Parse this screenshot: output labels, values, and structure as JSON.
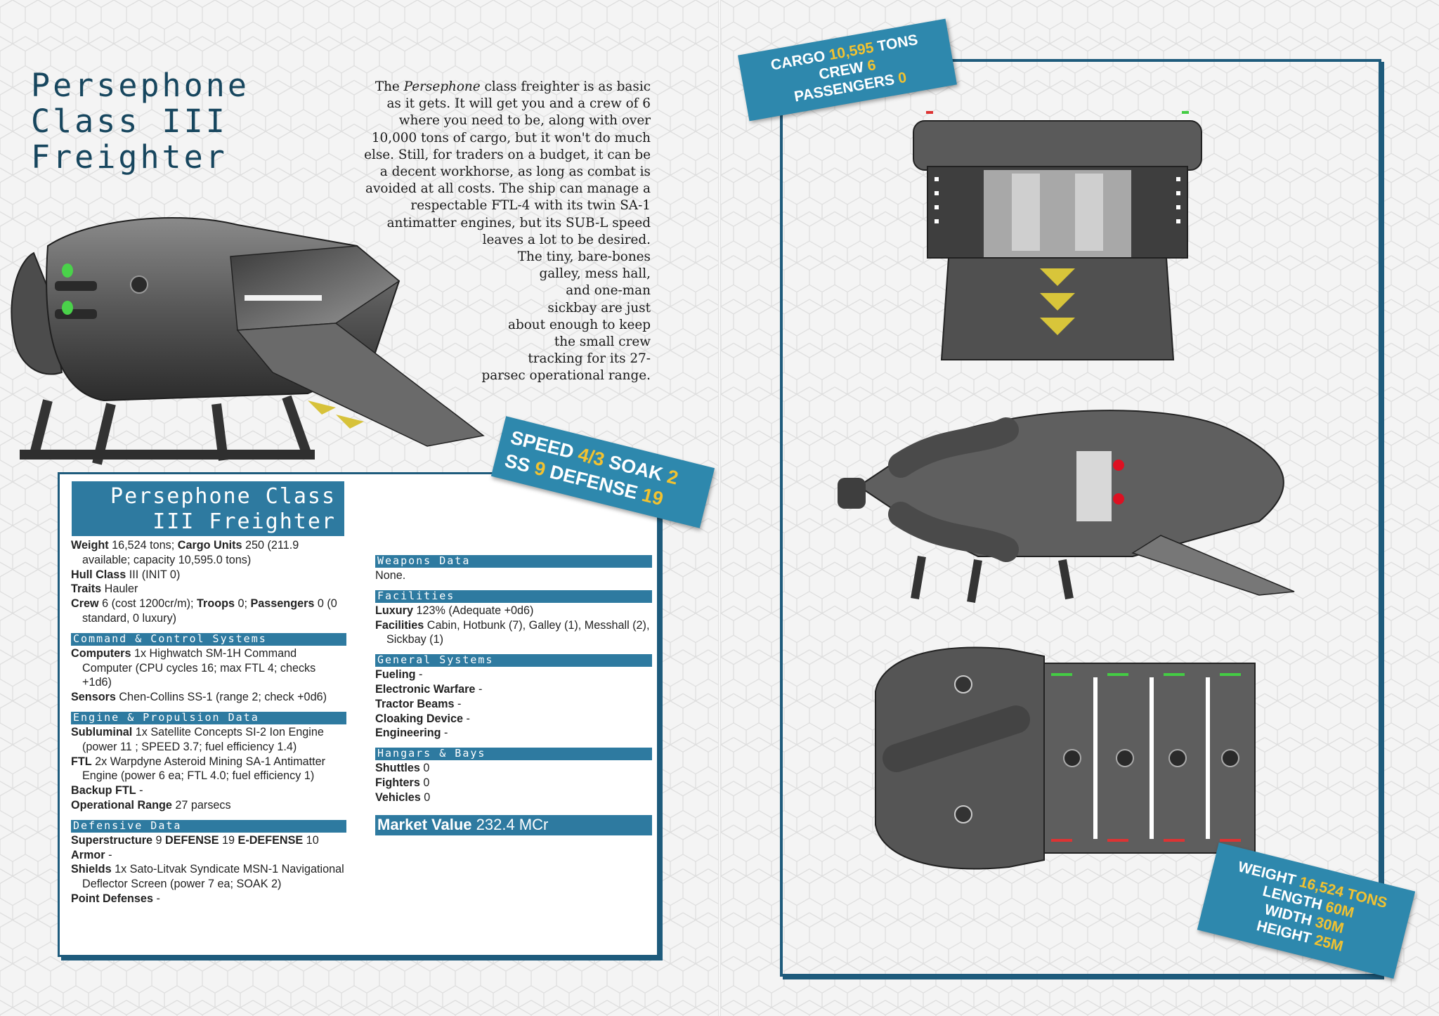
{
  "page": {
    "title_lines": [
      "Persephone",
      "Class III",
      "Freighter"
    ],
    "intro": {
      "lead": "The ",
      "ship_name": "Persephone",
      "body": " class freighter is as basic as it gets. It will get you and a crew of 6 where you need to be, along with over 10,000 tons of cargo, but it won't do much else. Still, for traders on a budget, it can be a decent workhorse, as long as combat is avoided at all costs. The ship can manage a respectable FTL-4 with its twin SA-1 antimatter engines, but its SUB-L speed leaves a lot to be desired.",
      "tail_lines": [
        "The tiny, bare-bones",
        "galley, mess hall,",
        "and one-man",
        "sickbay are just",
        "about enough to keep",
        "the small crew",
        "tracking for its 27-",
        "parsec operational range."
      ]
    }
  },
  "speed_card": {
    "speed_label": "SPEED",
    "speed_value": "4/3",
    "soak_label": "SOAK",
    "soak_value": "2",
    "ss_label": "SS",
    "ss_value": "9",
    "defense_label": "DEFENSE",
    "defense_value": "19"
  },
  "cargo_card": {
    "cargo_label": "CARGO",
    "cargo_value": "10,595",
    "cargo_unit": "TONS",
    "crew_label": "CREW",
    "crew_value": "6",
    "passengers_label": "PASSENGERS",
    "passengers_value": "0"
  },
  "dims_card": {
    "weight_label": "WEIGHT",
    "weight_value": "16,524 TONS",
    "length_label": "LENGTH",
    "length_value": "60M",
    "width_label": "WIDTH",
    "width_value": "30M",
    "height_label": "HEIGHT",
    "height_value": "25M"
  },
  "stat_block": {
    "title_lines": [
      "Persephone Class",
      "III Freighter"
    ],
    "summary": [
      {
        "parts": [
          {
            "b": "Weight"
          },
          {
            "t": " 16,524 tons; "
          },
          {
            "b": "Cargo Units"
          },
          {
            "t": " 250 (211.9 available; capacity 10,595.0 tons)"
          }
        ]
      },
      {
        "parts": [
          {
            "b": "Hull Class"
          },
          {
            "t": " III (INIT 0)"
          }
        ]
      },
      {
        "parts": [
          {
            "b": "Traits"
          },
          {
            "t": " Hauler"
          }
        ]
      },
      {
        "parts": [
          {
            "b": "Crew"
          },
          {
            "t": " 6 (cost 1200cr/m); "
          },
          {
            "b": "Troops"
          },
          {
            "t": " 0; "
          },
          {
            "b": "Passengers"
          },
          {
            "t": " 0 (0 standard, 0 luxury)"
          }
        ]
      }
    ],
    "left_sections": [
      {
        "heading": "Command & Control Systems",
        "entries": [
          {
            "parts": [
              {
                "b": "Computers"
              },
              {
                "t": " 1x Highwatch SM-1H Command Computer (CPU cycles 16; max FTL 4; checks +1d6)"
              }
            ]
          },
          {
            "parts": [
              {
                "b": "Sensors"
              },
              {
                "t": " Chen-Collins SS-1 (range 2; check +0d6)"
              }
            ]
          }
        ]
      },
      {
        "heading": "Engine & Propulsion Data",
        "entries": [
          {
            "parts": [
              {
                "b": "Subluminal"
              },
              {
                "t": " 1x Satellite Concepts SI-2 Ion Engine (power 11 ; SPEED 3.7; fuel efficiency 1.4)"
              }
            ]
          },
          {
            "parts": [
              {
                "b": "FTL"
              },
              {
                "t": " 2x Warpdyne Asteroid Mining SA-1 Antimatter Engine (power 6 ea; FTL 4.0; fuel efficiency 1)"
              }
            ]
          },
          {
            "parts": [
              {
                "b": "Backup FTL"
              },
              {
                "t": " -"
              }
            ]
          },
          {
            "parts": [
              {
                "b": "Operational Range"
              },
              {
                "t": " 27 parsecs"
              }
            ]
          }
        ]
      },
      {
        "heading": "Defensive Data",
        "entries": [
          {
            "parts": [
              {
                "b": "Superstructure"
              },
              {
                "t": " 9 "
              },
              {
                "b": "DEFENSE"
              },
              {
                "t": " 19 "
              },
              {
                "b": "E-DEFENSE"
              },
              {
                "t": " 10"
              }
            ]
          },
          {
            "parts": [
              {
                "b": "Armor"
              },
              {
                "t": " -"
              }
            ]
          },
          {
            "parts": [
              {
                "b": "Shields"
              },
              {
                "t": " 1x Sato-Litvak Syndicate MSN-1 Navigational Deflector Screen (power 7 ea; SOAK 2)"
              }
            ]
          },
          {
            "parts": [
              {
                "b": "Point Defenses"
              },
              {
                "t": " -"
              }
            ]
          }
        ]
      }
    ],
    "right_sections": [
      {
        "heading": "Weapons Data",
        "entries": [
          {
            "parts": [
              {
                "t": "None."
              }
            ]
          }
        ]
      },
      {
        "heading": "Facilities",
        "entries": [
          {
            "parts": [
              {
                "b": "Luxury"
              },
              {
                "t": " 123% (Adequate +0d6)"
              }
            ]
          },
          {
            "parts": [
              {
                "b": "Facilities"
              },
              {
                "t": " Cabin, Hotbunk (7), Galley (1), Messhall (2), Sickbay (1)"
              }
            ]
          }
        ]
      },
      {
        "heading": "General Systems",
        "entries": [
          {
            "parts": [
              {
                "b": "Fueling"
              },
              {
                "t": " -"
              }
            ]
          },
          {
            "parts": [
              {
                "b": "Electronic Warfare"
              },
              {
                "t": " -"
              }
            ]
          },
          {
            "parts": [
              {
                "b": "Tractor Beams"
              },
              {
                "t": " -"
              }
            ]
          },
          {
            "parts": [
              {
                "b": "Cloaking Device"
              },
              {
                "t": " -"
              }
            ]
          },
          {
            "parts": [
              {
                "b": "Engineering"
              },
              {
                "t": " -"
              }
            ]
          }
        ]
      },
      {
        "heading": "Hangars & Bays",
        "entries": [
          {
            "parts": [
              {
                "b": "Shuttles"
              },
              {
                "t": " 0"
              }
            ]
          },
          {
            "parts": [
              {
                "b": "Fighters"
              },
              {
                "t": " 0"
              }
            ]
          },
          {
            "parts": [
              {
                "b": "Vehicles"
              },
              {
                "t": " 0"
              }
            ]
          }
        ]
      }
    ],
    "market": {
      "label": "Market Value",
      "value": " 232.4 MCr"
    }
  },
  "colors": {
    "accent_blue": "#2e7aa0",
    "frame_navy": "#1e5b7c",
    "highlight_yellow": "#f2c230",
    "hull_gray": "#5c5c5c"
  },
  "icons": {
    "ship_side": "starship-side-view",
    "ship_front": "starship-front-view",
    "ship_top": "starship-top-view",
    "ship_bottom": "starship-bottom-view"
  }
}
